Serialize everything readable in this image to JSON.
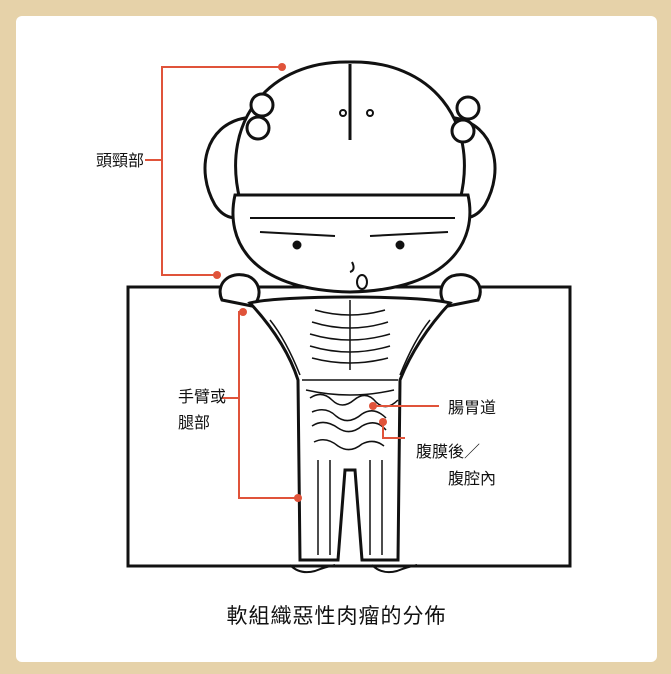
{
  "labels": {
    "head_neck": "頭頸部",
    "limbs_line1": "手臂或",
    "limbs_line2": "腿部",
    "gi_tract": "腸胃道",
    "retro_line1": "腹膜後／",
    "retro_line2": "腹腔內"
  },
  "caption": "軟組織惡性肉瘤的分佈",
  "colors": {
    "frame": "#e6d2a9",
    "leader": "#e0533a",
    "ink": "#111111"
  }
}
